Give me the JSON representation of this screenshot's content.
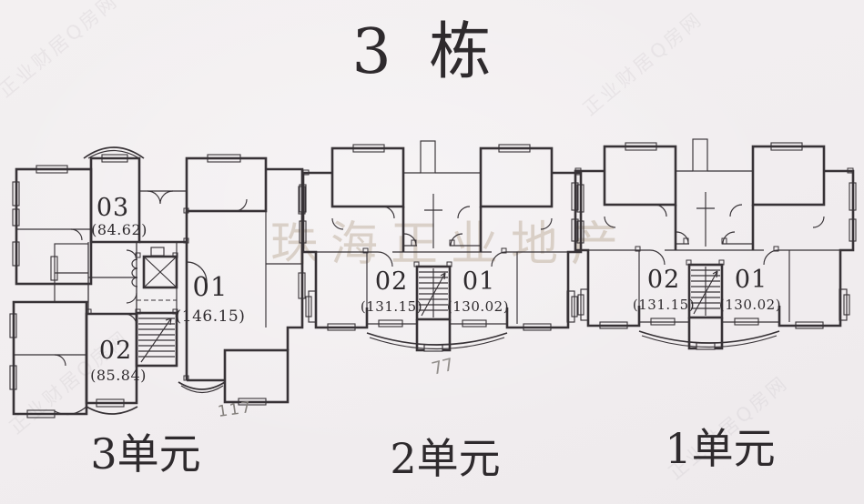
{
  "page": {
    "title": "3 栋",
    "paper_color": "#f1edef",
    "ink_color": "#373236"
  },
  "units": [
    {
      "label": "3单元",
      "apartments": [
        {
          "no": "03",
          "area": "(84.62)"
        },
        {
          "no": "01",
          "area": "(146.15)"
        },
        {
          "no": "02",
          "area": "(85.84)"
        }
      ]
    },
    {
      "label": "2单元",
      "apartments": [
        {
          "no": "02",
          "area": "(131.15)"
        },
        {
          "no": "01",
          "area": "(130.02)"
        }
      ]
    },
    {
      "label": "1单元",
      "apartments": [
        {
          "no": "02",
          "area": "(131.15)"
        },
        {
          "no": "01",
          "area": "(130.02)"
        }
      ]
    }
  ],
  "annotations": {
    "pencil_mark_left": "117",
    "pencil_mark_center": "77"
  },
  "watermarks": {
    "center": "珠海正业地产",
    "corner": "正业财居Q房网"
  }
}
